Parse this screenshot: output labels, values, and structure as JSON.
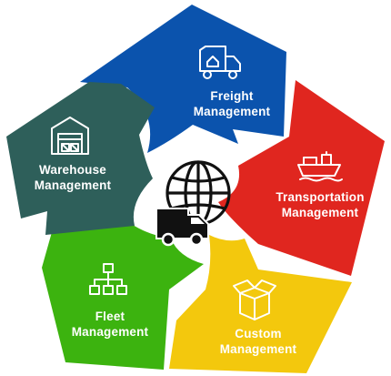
{
  "diagram": {
    "segments": [
      {
        "id": "freight",
        "line1": "Freight",
        "line2": "Management",
        "color": "#0b53ad",
        "icon": "truck-box-icon"
      },
      {
        "id": "transportation",
        "line1": "Transportation",
        "line2": "Management",
        "color": "#e0261f",
        "icon": "cargo-ship-icon"
      },
      {
        "id": "custom",
        "line1": "Custom",
        "line2": "Management",
        "color": "#f3c80d",
        "icon": "open-box-icon"
      },
      {
        "id": "fleet",
        "line1": "Fleet",
        "line2": "Management",
        "color": "#3cb30f",
        "icon": "org-chart-icon"
      },
      {
        "id": "warehouse",
        "line1": "Warehouse",
        "line2": "Management",
        "color": "#2e5f5a",
        "icon": "warehouse-icon"
      }
    ],
    "center_icon": "globe-truck-icon",
    "center_color": "#111111"
  }
}
